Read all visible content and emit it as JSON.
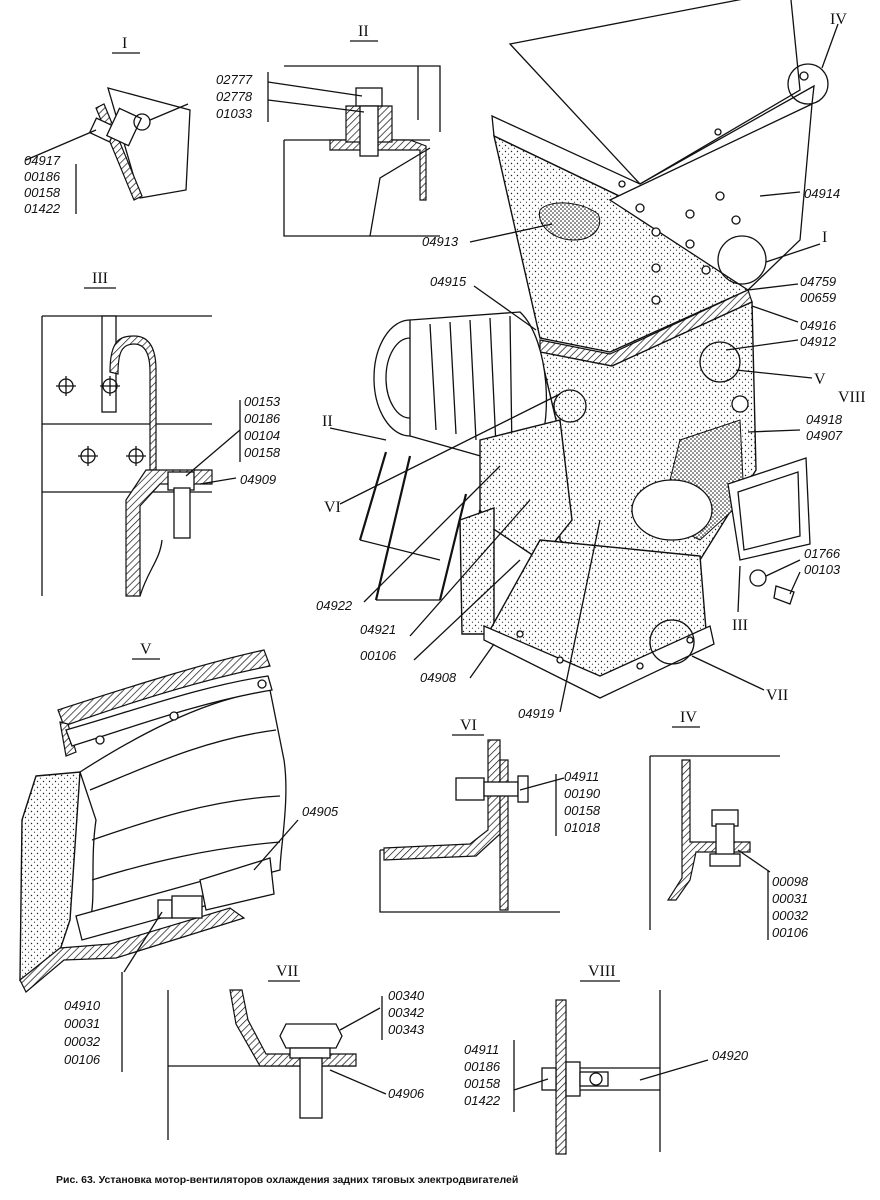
{
  "caption": "Рис. 63. Установка мотор-вентиляторов охлаждения задних тяговых электродвигателей",
  "views": {
    "I": {
      "label": "I",
      "parts": [
        "04917",
        "00186",
        "00158",
        "01422"
      ]
    },
    "II": {
      "label": "II",
      "parts": [
        "02777",
        "02778",
        "01033"
      ]
    },
    "III": {
      "label": "III",
      "parts": [
        "00153",
        "00186",
        "00104",
        "00158"
      ],
      "part_right": "04909"
    },
    "IV": {
      "label": "IV",
      "parts": [
        "00098",
        "00031",
        "00032",
        "00106"
      ]
    },
    "V": {
      "label": "V",
      "part": "04905",
      "parts": [
        "04910",
        "00031",
        "00032",
        "00106"
      ]
    },
    "VI": {
      "label": "VI",
      "parts": [
        "04911",
        "00190",
        "00158",
        "01018"
      ]
    },
    "VII": {
      "label": "VII",
      "parts": [
        "00340",
        "00342",
        "00343"
      ],
      "part_bottom": "04906"
    },
    "VIII": {
      "label": "VIII",
      "parts": [
        "04911",
        "00186",
        "00158",
        "01422"
      ],
      "part_right": "04920"
    }
  },
  "main": {
    "callouts_right": [
      "04914",
      "I",
      "04759",
      "00659",
      "04916",
      "04912",
      "V",
      "VIII",
      "04918",
      "04907",
      "01766",
      "00103",
      "III",
      "VII"
    ],
    "callouts_left": [
      "04913",
      "04915",
      "II",
      "VI",
      "04922",
      "04921",
      "00106",
      "04908",
      "04919",
      "IV"
    ]
  }
}
